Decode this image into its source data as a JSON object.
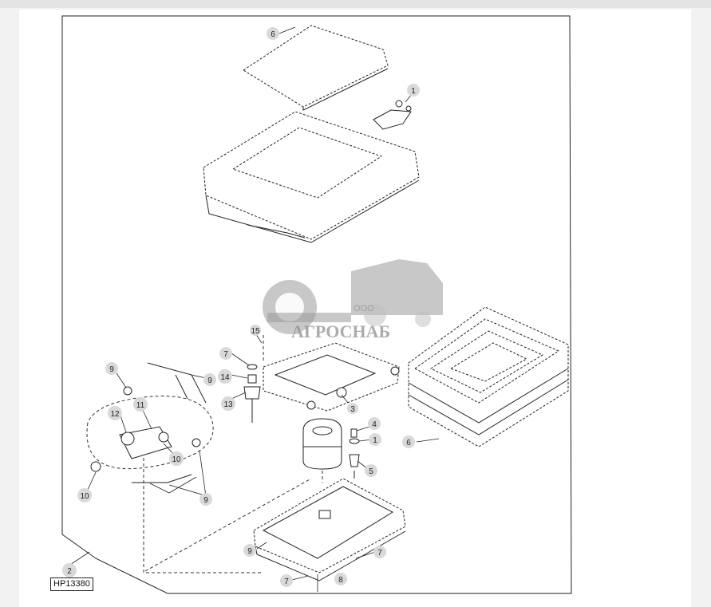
{
  "figure_id": "HP13380",
  "watermark": {
    "company_prefix": "ООО",
    "company_name": "АГРОСНАБ"
  },
  "callouts": {
    "c6_top": "6",
    "c1_top": "1",
    "c7_left": "7",
    "c14": "14",
    "c13": "13",
    "c15": "15",
    "c9_a": "9",
    "c9_b": "9",
    "c11": "11",
    "c12": "12",
    "c10_a": "10",
    "c10_b": "10",
    "c9_c": "9",
    "c3": "3",
    "c4": "4",
    "c1_mid": "1",
    "c5": "5",
    "c6_right": "6",
    "c9_base": "9",
    "c7_right": "7",
    "c7_bottom": "7",
    "c8": "8",
    "c2": "2"
  },
  "icons": [
    "gear-logo-icon",
    "combine-harvester-icon"
  ]
}
